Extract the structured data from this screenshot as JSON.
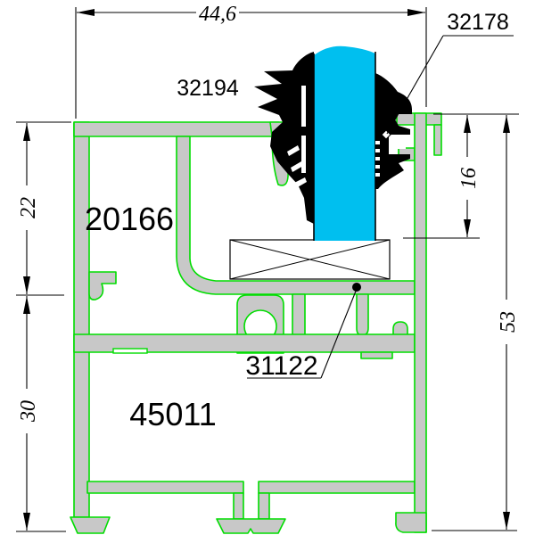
{
  "drawing": {
    "type": "technical-profile-cross-section",
    "labels": {
      "outer_gasket": "32194",
      "inner_gasket": "32178",
      "upper_profile": "20166",
      "main_frame_profile": "45011",
      "bridge_profile": "31122"
    },
    "dimensions": {
      "overall_width": "44,6",
      "upper_left_height": "22",
      "lower_left_height": "30",
      "bead_height": "16",
      "overall_right_height": "53"
    },
    "colors": {
      "profile_fill": "#c8c8c8",
      "outline_green": "#00dd00",
      "glass_blue": "#00bfef",
      "gasket_black": "#000000",
      "ink": "#000000",
      "paper_white": "#ffffff"
    }
  }
}
